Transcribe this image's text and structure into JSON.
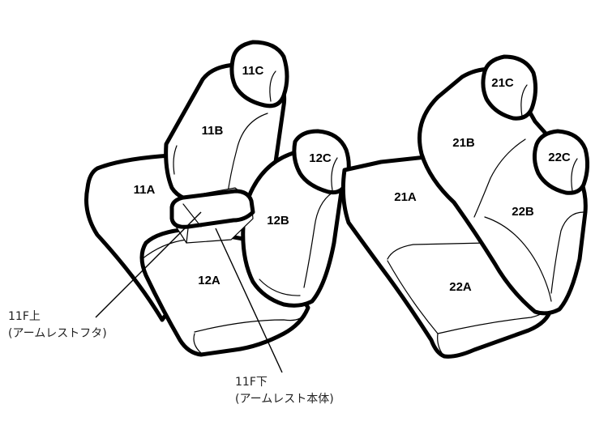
{
  "parts": {
    "p11C": "11C",
    "p11B": "11B",
    "p11A": "11A",
    "p12C": "12C",
    "p12B": "12B",
    "p12A": "12A",
    "p21C": "21C",
    "p21B": "21B",
    "p21A": "21A",
    "p22C": "22C",
    "p22B": "22B",
    "p22A": "22A"
  },
  "callouts": {
    "armrest_lid": {
      "code": "11F上",
      "desc": "(アームレストフタ)"
    },
    "armrest_body": {
      "code": "11F下",
      "desc": "(アームレスト本体)"
    }
  }
}
